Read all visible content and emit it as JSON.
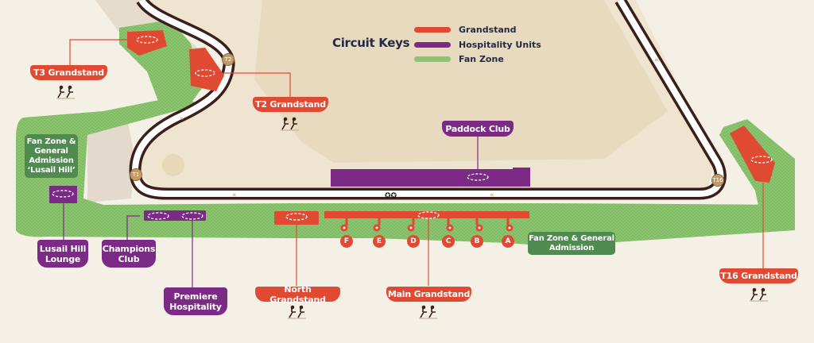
{
  "legend": {
    "title": "Circuit Keys",
    "items": [
      {
        "label": "Grandstand",
        "color": "#e04a33"
      },
      {
        "label": "Hospitality Units",
        "color": "#7b2a85"
      },
      {
        "label": "Fan Zone",
        "color": "#8cc56f"
      }
    ]
  },
  "turns": [
    "T1",
    "T2",
    "T16"
  ],
  "grandstands": {
    "t3": "T3 Grandstand",
    "t2": "T2 Grandstand",
    "north": "North Grandstand",
    "main": "Main Grandstand",
    "t16": "T16 Grandstand"
  },
  "hospitality": {
    "paddock": "Paddock Club",
    "lusail_lounge": "Lusail Hill Lounge",
    "champions": "Champions Club",
    "premiere": "Premiere Hospitality"
  },
  "fan_zones": {
    "lusail_hill": "Fan Zone & General Admission ‘Lusail Hill’",
    "main": "Fan Zone & General Admission"
  },
  "gates": [
    "F",
    "E",
    "D",
    "C",
    "B",
    "A"
  ],
  "colors": {
    "grandstand": "#e04a33",
    "hospitality": "#7b2a85",
    "fan_zone": "#8cc56f",
    "track": "#3a1f1a",
    "background": "#f5f0e6"
  }
}
